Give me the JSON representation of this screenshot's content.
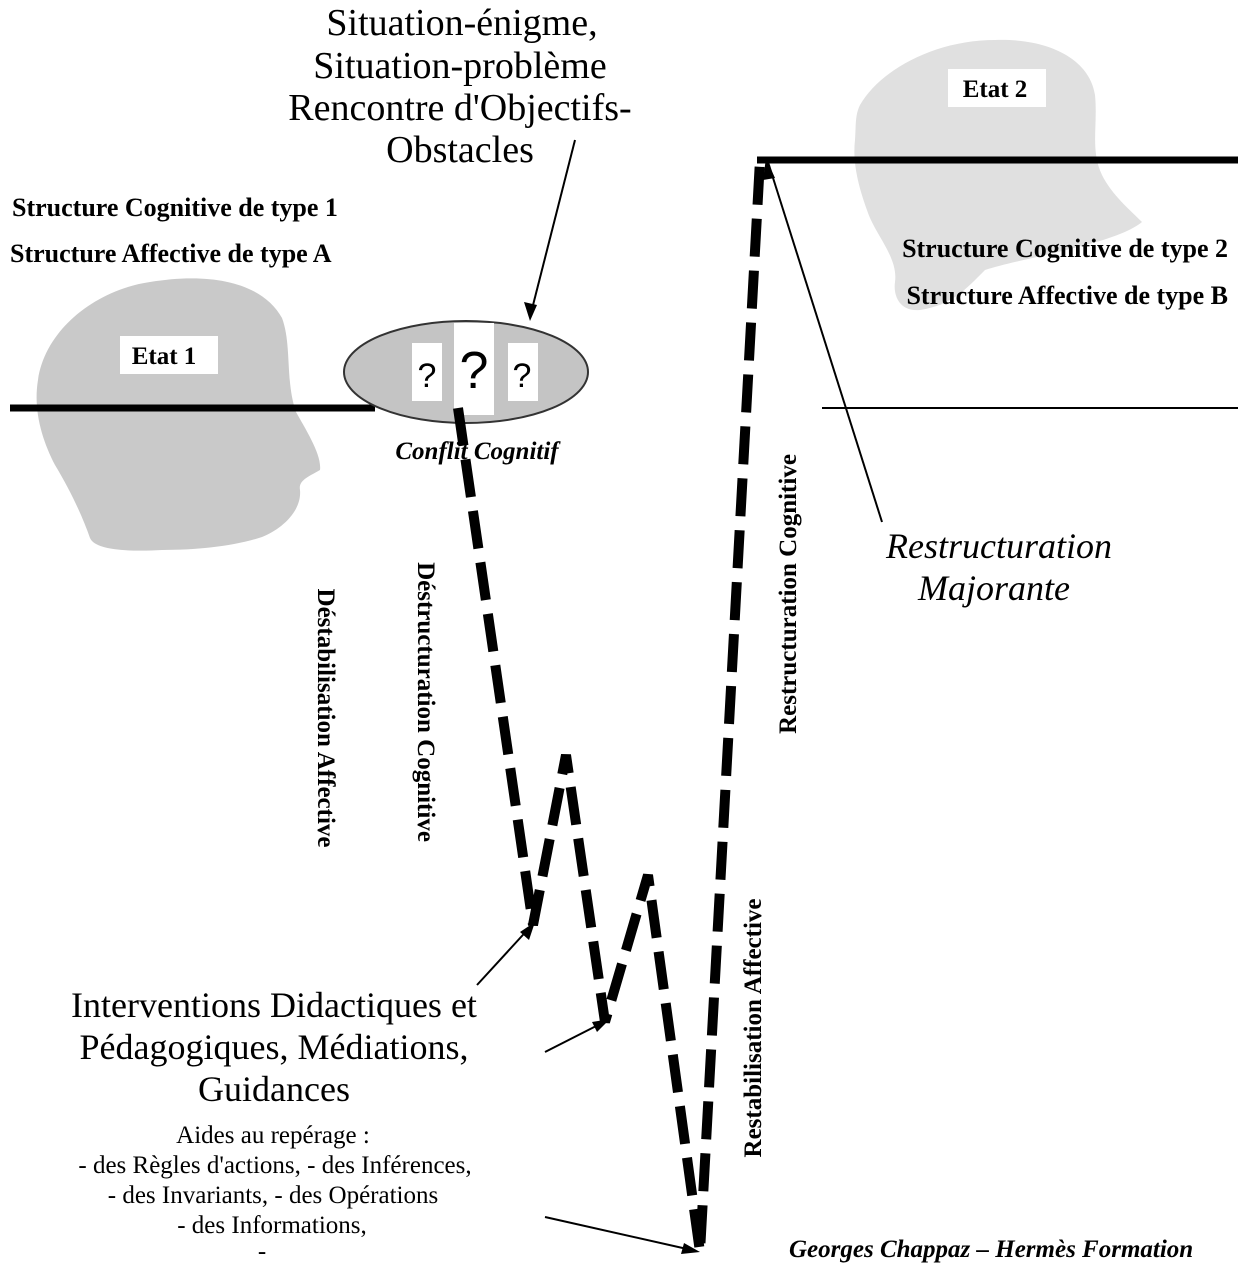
{
  "top_heading": {
    "lines": [
      "Situation-énigme,",
      "Situation-problème",
      "Rencontre d'Objectifs-",
      "Obstacles"
    ]
  },
  "state1": {
    "label": "Etat 1",
    "structure_cognitive": "Structure Cognitive de type 1",
    "structure_affective": "Structure Affective de type A"
  },
  "state2": {
    "label": "Etat 2",
    "structure_cognitive": "Structure Cognitive de type 2",
    "structure_affective": "Structure Affective de type B"
  },
  "conflict": {
    "label": "Conflit Cognitif",
    "marks": [
      "?",
      "?",
      "?"
    ]
  },
  "phases": {
    "destabilisation": "Déstabilisation Affective",
    "destructuration": "Déstructuration Cognitive",
    "restructuration": "Restructuration Cognitive",
    "restabilisation": "Restabilisation Affective"
  },
  "restructuration_majorante": {
    "lines": [
      "Restructuration",
      "Majorante"
    ]
  },
  "interventions": {
    "lines": [
      "Interventions Didactiques et",
      "Pédagogiques, Médiations,",
      "Guidances"
    ]
  },
  "aides": {
    "lines": [
      "Aides au repérage :",
      "- des Règles d'actions, - des Inférences,",
      "- des Invariants, - des Opérations",
      "- des Informations,",
      "-"
    ]
  },
  "credit": "Georges Chappaz – Hermès Formation",
  "colors": {
    "head_silhouette_dark": "#c9c9c9",
    "head_silhouette_light": "#e0e0e0",
    "ellipse_fill": "#c4c4c4",
    "ink": "#000000",
    "background": "#ffffff"
  }
}
